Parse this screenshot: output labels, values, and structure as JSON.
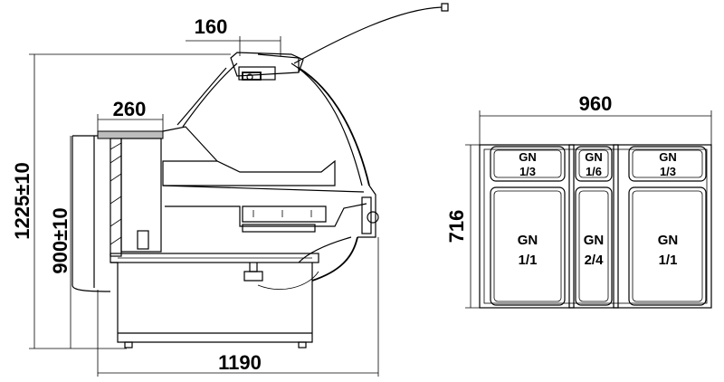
{
  "side_view": {
    "dim_top": "160",
    "dim_shelf": "260",
    "dim_width": "1190",
    "dim_total_height": "1225±10",
    "dim_counter_height": "900±10"
  },
  "top_view": {
    "dim_width": "960",
    "dim_depth": "716",
    "containers": [
      {
        "line1": "GN",
        "line2": "1/3"
      },
      {
        "line1": "GN",
        "line2": "1/6"
      },
      {
        "line1": "GN",
        "line2": "1/3"
      },
      {
        "line1": "GN",
        "line2": "1/1"
      },
      {
        "line1": "GN",
        "line2": "2/4"
      },
      {
        "line1": "GN",
        "line2": "1/1"
      }
    ]
  }
}
